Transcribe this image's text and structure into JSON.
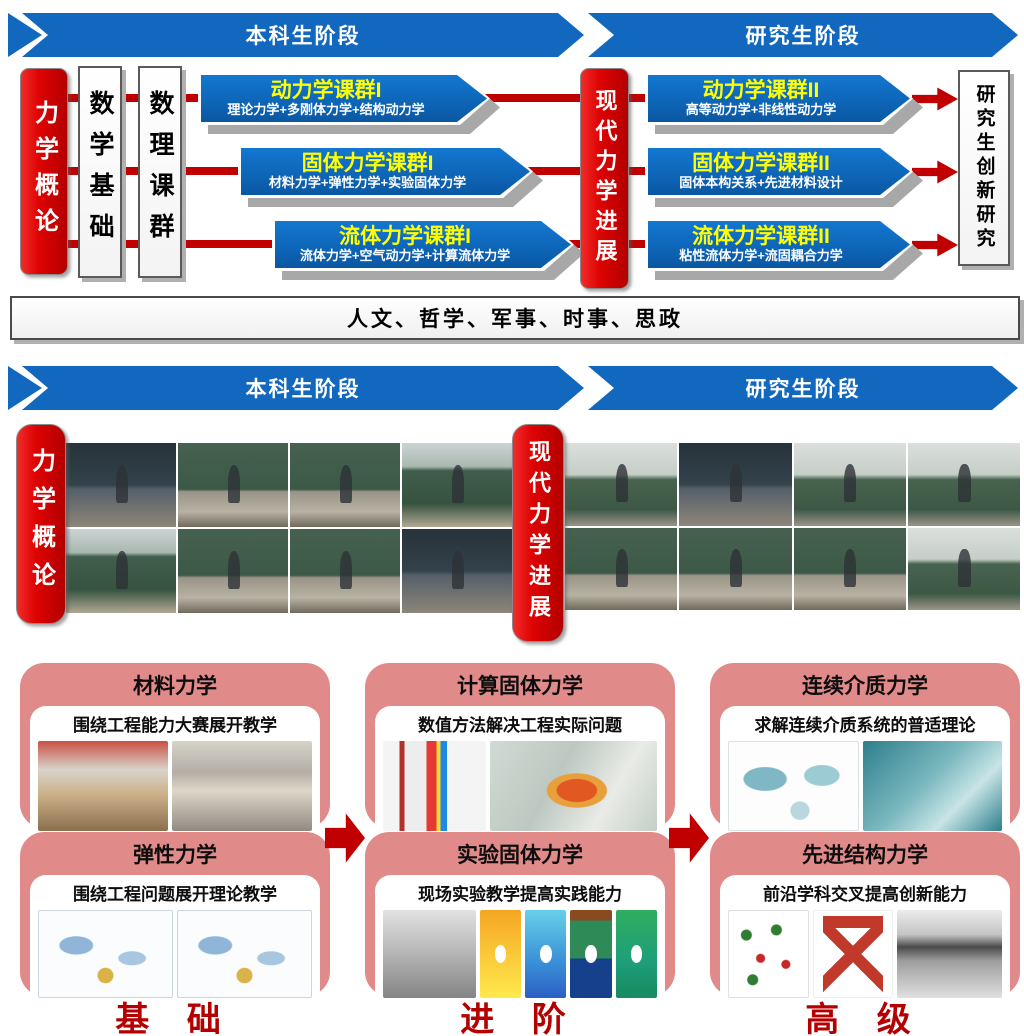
{
  "colors": {
    "banner_blue": "#1268BE",
    "course_blue": "#0E66B8",
    "connector_red": "#C00000",
    "box_red": "#DD0202",
    "title_yellow": "#FFFF00",
    "card_pink": "#E18A8A",
    "label_red": "#B40000"
  },
  "top_flow": {
    "banners": [
      {
        "label": "本科生阶段"
      },
      {
        "label": "研究生阶段"
      }
    ],
    "intro_box": "力学概论",
    "foundation_boxes": [
      "数学基础",
      "数理课群"
    ],
    "undergrad_courses": [
      {
        "title": "动力学课群I",
        "subtitle": "理论力学+多刚体力学+结构动力学"
      },
      {
        "title": "固体力学课群I",
        "subtitle": "材料力学+弹性力学+实验固体力学"
      },
      {
        "title": "流体力学课群I",
        "subtitle": "流体力学+空气动力学+计算流体力学"
      }
    ],
    "bridge_box": "现代力学进展",
    "grad_courses": [
      {
        "title": "动力学课群II",
        "subtitle": "高等动力学+非线性动力学"
      },
      {
        "title": "固体力学课群II",
        "subtitle": "固体本构关系+先进材料设计"
      },
      {
        "title": "流体力学课群II",
        "subtitle": "粘性流体力学+流固耦合力学"
      }
    ],
    "outcome_box": "研究生创新研究",
    "general_bar": "人文、哲学、军事、时事、思政"
  },
  "photo_section": {
    "banners": [
      {
        "label": "本科生阶段"
      },
      {
        "label": "研究生阶段"
      }
    ],
    "left_box": "力学概论",
    "right_box": "现代力学进展",
    "left_photo_count": 8,
    "right_photo_count": 8
  },
  "course_cards": {
    "columns": [
      {
        "label": "基 础",
        "cards": [
          {
            "title": "材料力学",
            "subtitle": "围绕工程能力大赛展开教学"
          },
          {
            "title": "弹性力学",
            "subtitle": "围绕工程问题展开理论教学"
          }
        ]
      },
      {
        "label": "进 阶",
        "cards": [
          {
            "title": "计算固体力学",
            "subtitle": "数值方法解决工程实际问题"
          },
          {
            "title": "实验固体力学",
            "subtitle": "现场实验教学提高实践能力"
          }
        ]
      },
      {
        "label": "高 级",
        "cards": [
          {
            "title": "连续介质力学",
            "subtitle": "求解连续介质系统的普适理论"
          },
          {
            "title": "先进结构力学",
            "subtitle": "前沿学科交叉提高创新能力"
          }
        ]
      }
    ]
  }
}
